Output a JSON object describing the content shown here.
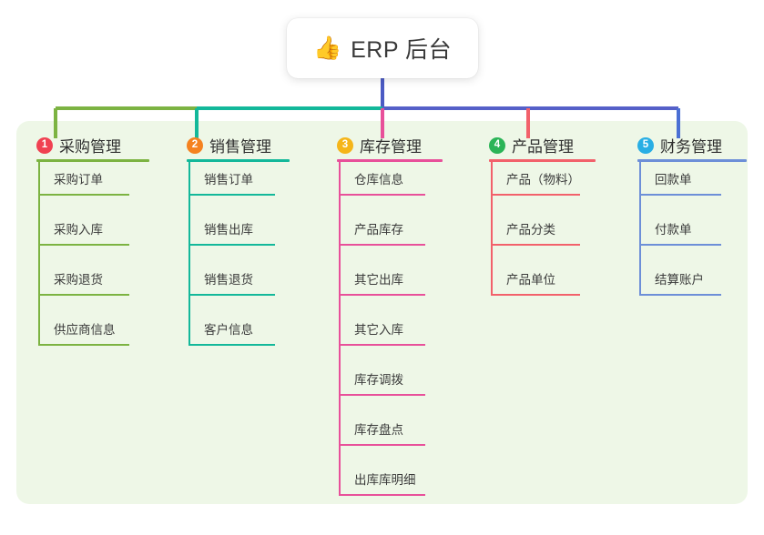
{
  "root": {
    "emoji": "👍",
    "emoji_name": "thumbs-up-icon",
    "title": "ERP 后台"
  },
  "theme": {
    "panel_bg": "#eef7e7",
    "page_bg": "#ffffff",
    "trunk_color": "#4b5bc4",
    "text_color": "#3b3b3b"
  },
  "connectors": {
    "trunk_color": "#4b5bc4",
    "bar_left_color": "#7cb342",
    "bar_mid_color": "#13b89a",
    "bar_right_color": "#5560c8",
    "drop_colors": [
      "#7cb342",
      "#13b89a",
      "#e8509a",
      "#f2616b",
      "#4a6fd4"
    ]
  },
  "columns": [
    {
      "index": "1",
      "badge_label": "1",
      "badge_color": "#f04152",
      "line_color": "#7cb342",
      "title": "采购管理",
      "items": [
        {
          "label": "采购订单"
        },
        {
          "label": "采购入库"
        },
        {
          "label": "采购退货"
        },
        {
          "label": "供应商信息"
        }
      ]
    },
    {
      "index": "2",
      "badge_label": "2",
      "badge_color": "#f58220",
      "line_color": "#13b89a",
      "title": "销售管理",
      "items": [
        {
          "label": "销售订单"
        },
        {
          "label": "销售出库"
        },
        {
          "label": "销售退货"
        },
        {
          "label": "客户信息"
        }
      ]
    },
    {
      "index": "3",
      "badge_label": "3",
      "badge_color": "#f5b51a",
      "line_color": "#e8509a",
      "title": "库存管理",
      "items": [
        {
          "label": "仓库信息"
        },
        {
          "label": "产品库存"
        },
        {
          "label": "其它出库"
        },
        {
          "label": "其它入库"
        },
        {
          "label": "库存调拨"
        },
        {
          "label": "库存盘点"
        },
        {
          "label": "出库库明细"
        }
      ]
    },
    {
      "index": "4",
      "badge_label": "4",
      "badge_color": "#2bb457",
      "line_color": "#f2616b",
      "title": "产品管理",
      "items": [
        {
          "label": "产品（物料）"
        },
        {
          "label": "产品分类"
        },
        {
          "label": "产品单位"
        }
      ]
    },
    {
      "index": "5",
      "badge_label": "5",
      "badge_color": "#29aee4",
      "line_color": "#6d8fd8",
      "title": "财务管理",
      "items": [
        {
          "label": "回款单"
        },
        {
          "label": "付款单"
        },
        {
          "label": "结算账户"
        }
      ]
    }
  ]
}
